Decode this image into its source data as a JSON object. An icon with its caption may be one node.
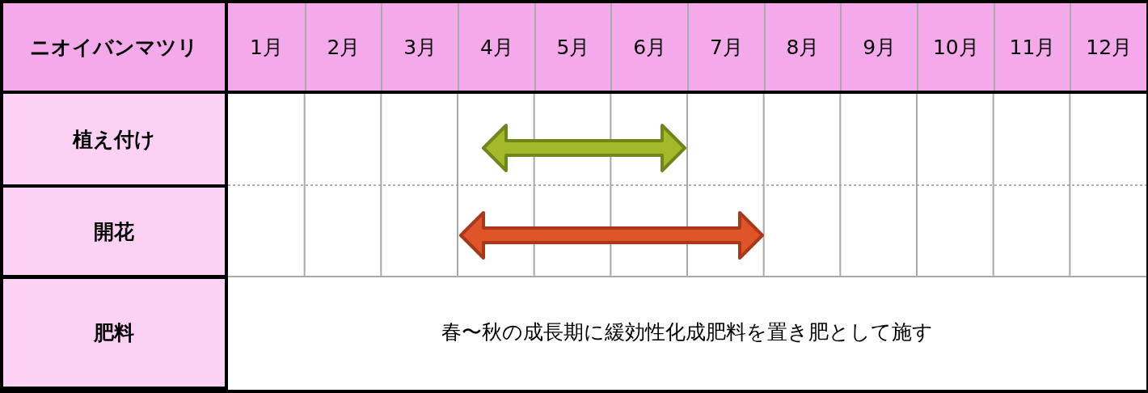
{
  "diagram": {
    "labels": [
      "ニオイバンマツリ",
      "1月",
      "2月",
      "3月",
      "4月",
      "5月",
      "6月",
      "7月",
      "8月",
      "9月",
      "10月",
      "11月",
      "12月",
      "植え付け",
      "開花",
      "肥料",
      "春〜秋の成長期に緩効性化成肥料を置き肥として施す"
    ]
  }
}
